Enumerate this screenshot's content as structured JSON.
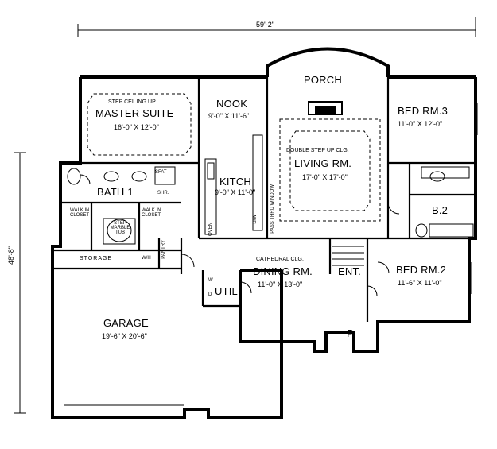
{
  "dimensions": {
    "width": "59'-2\"",
    "depth": "48'-8\""
  },
  "rooms": {
    "porch": {
      "name": "PORCH"
    },
    "nook": {
      "name": "NOOK",
      "size": "9'-0\" X 11'-6\""
    },
    "master": {
      "note": "STEP CEILING UP",
      "name": "MASTER SUITE",
      "size": "16'-0\" X 12'-0\""
    },
    "bed3": {
      "name": "BED RM.3",
      "size": "11'-0\" X 12'-0\""
    },
    "living": {
      "note": "DOUBLE STEP UP CLG.",
      "name": "LIVING RM.",
      "size": "17'-0\" X 17'-0\""
    },
    "kitchen": {
      "name": "KITCH",
      "size": "9'-0\" X 11'-0\""
    },
    "bath1": {
      "name": "BATH 1"
    },
    "b2": {
      "name": "B.2"
    },
    "dining": {
      "note": "CATHEDRAL CLG.",
      "name": "DINING RM.",
      "size": "11'-0\" X 13'-0\""
    },
    "entry": {
      "name": "ENT."
    },
    "bed2": {
      "name": "BED RM.2",
      "size": "11'-6\" X 11'-0\""
    },
    "util": {
      "name": "UTIL."
    },
    "garage": {
      "name": "GARAGE",
      "size": "19'-6\" X 20'-6\""
    },
    "porch_small": {
      "name": "P."
    }
  },
  "fixtures": {
    "storage": "STORAGE",
    "wh": "W/H",
    "pantry": "PANTRY",
    "sfat": "SFAT",
    "shr": "SHR.",
    "walkin_left": "WALK IN CLOSET",
    "walkin_right": "WALK IN CLOSET",
    "tub": "STEP MARBLE TUB",
    "oven": "OVEN",
    "dw": "D/W",
    "pass_thru": "PASS THRU WINDOW",
    "w": "W",
    "d": "D"
  }
}
